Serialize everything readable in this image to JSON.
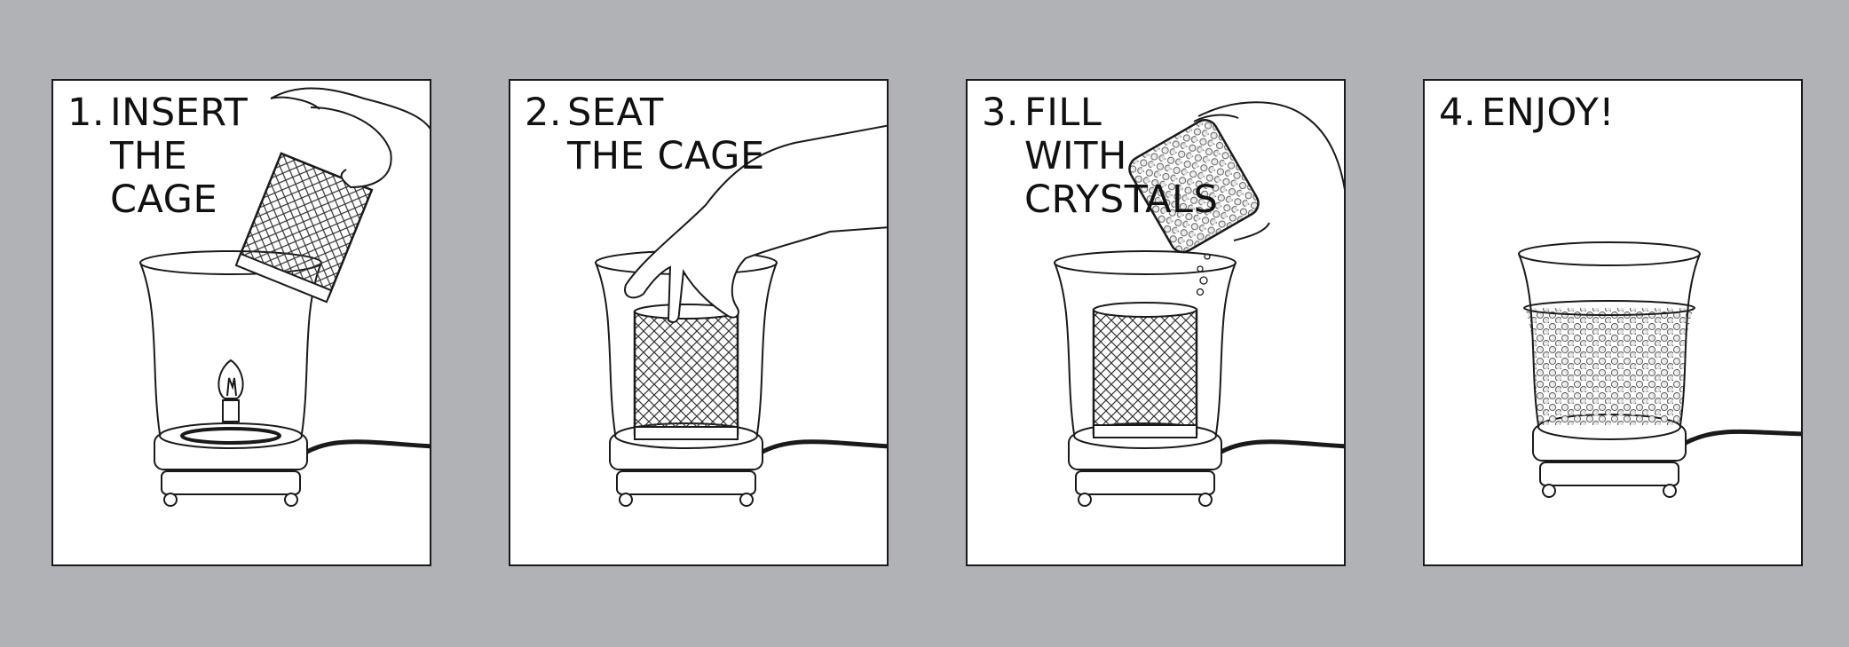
{
  "steps": [
    {
      "number": "1.",
      "lines": [
        "INSERT",
        "THE",
        "CAGE"
      ]
    },
    {
      "number": "2.",
      "lines": [
        "SEAT",
        "THE CAGE"
      ]
    },
    {
      "number": "3.",
      "lines": [
        "FILL",
        "WITH",
        "CRYSTALS"
      ]
    },
    {
      "number": "4.",
      "lines": [
        "ENJOY!"
      ]
    }
  ],
  "colors": {
    "background": "#b1b2b5",
    "panel": "#ffffff",
    "line": "#1a1a1a"
  }
}
